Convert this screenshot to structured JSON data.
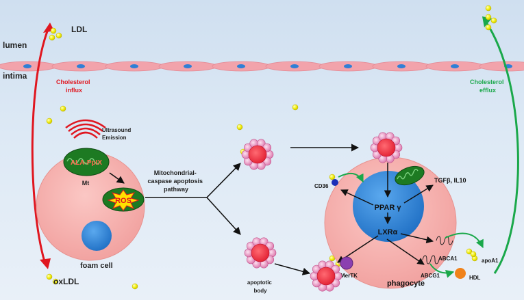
{
  "labels": {
    "ldl": "LDL",
    "lumen": "lumen",
    "intima": "intima",
    "cholesterol_influx": [
      "Cholesterol",
      "influx"
    ],
    "cholesterol_efflux": [
      "Cholesterol",
      "efflux"
    ],
    "ultrasound": [
      "Ultrasound",
      "Emission"
    ],
    "ala_ppix": "ALA-PpIX",
    "mt": "Mt",
    "ros": "ROS",
    "foam_cell": "foam cell",
    "oxldl": "oxLDL",
    "pathway": [
      "Mitochondrial-",
      "caspase apoptosis",
      "pathway"
    ],
    "apoptotic_body": [
      "apoptotic",
      "body"
    ],
    "ppar": "PPAR γ",
    "lxr": "LXRα",
    "cd36": "CD36",
    "tgf": "TGFβ, IL10",
    "abca1": "ABCA1",
    "abcg1": "ABCG1",
    "apoa1": "apoA1",
    "hdl": "HDL",
    "mertk": "MerTK",
    "phagocyte": "phagocyte"
  },
  "colors": {
    "background": "#d9e6f3",
    "endothelium": "#f2a3ab",
    "nucleus": "#2f7fd6",
    "influx": "#e0161f",
    "efflux": "#1aa84a",
    "mitochondria": "#1d7a22",
    "ros_fill": "#ffe100",
    "lipid": "#f5f200"
  }
}
